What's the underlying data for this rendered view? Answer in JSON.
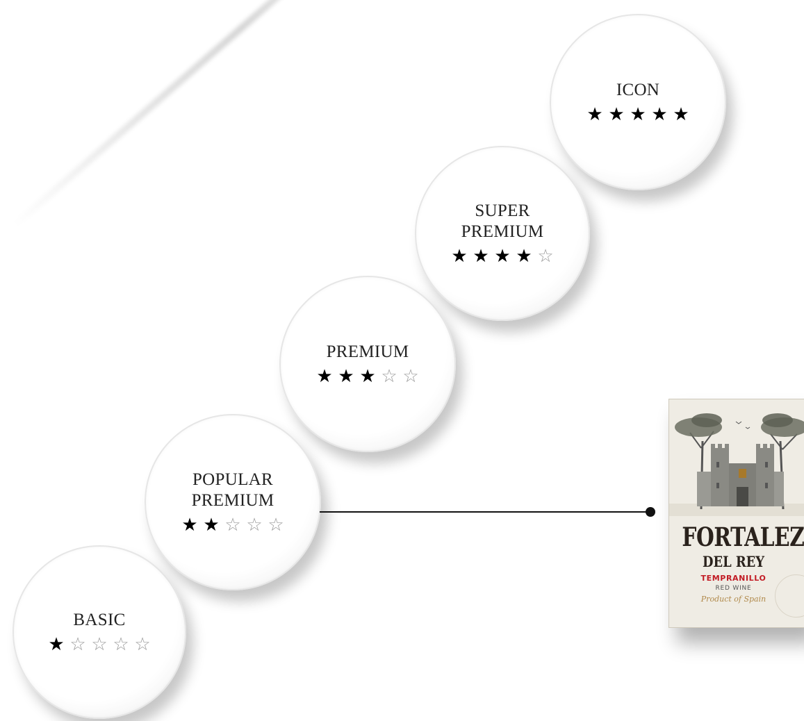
{
  "tiers": [
    {
      "label": "BASIC",
      "rating": 1,
      "stars": 5
    },
    {
      "label": "POPULAR\nPREMIUM",
      "rating": 2,
      "stars": 5
    },
    {
      "label": "PREMIUM",
      "rating": 3,
      "stars": 5
    },
    {
      "label": "SUPER\nPREMIUM",
      "rating": 4,
      "stars": 5
    },
    {
      "label": "ICON",
      "rating": 5,
      "stars": 5
    }
  ],
  "highlighted_tier": "POPULAR PREMIUM",
  "product_label": {
    "brand": "FORTALEZA",
    "sub_brand": "DEL REY",
    "varietal": "TEMPRANILLO",
    "wine_type": "RED WINE",
    "origin": "Product of Spain"
  },
  "colors": {
    "star_filled": "#000000",
    "star_empty": "#9a9a9a",
    "varietal_red": "#c21b24",
    "label_paper": "#efece4"
  }
}
